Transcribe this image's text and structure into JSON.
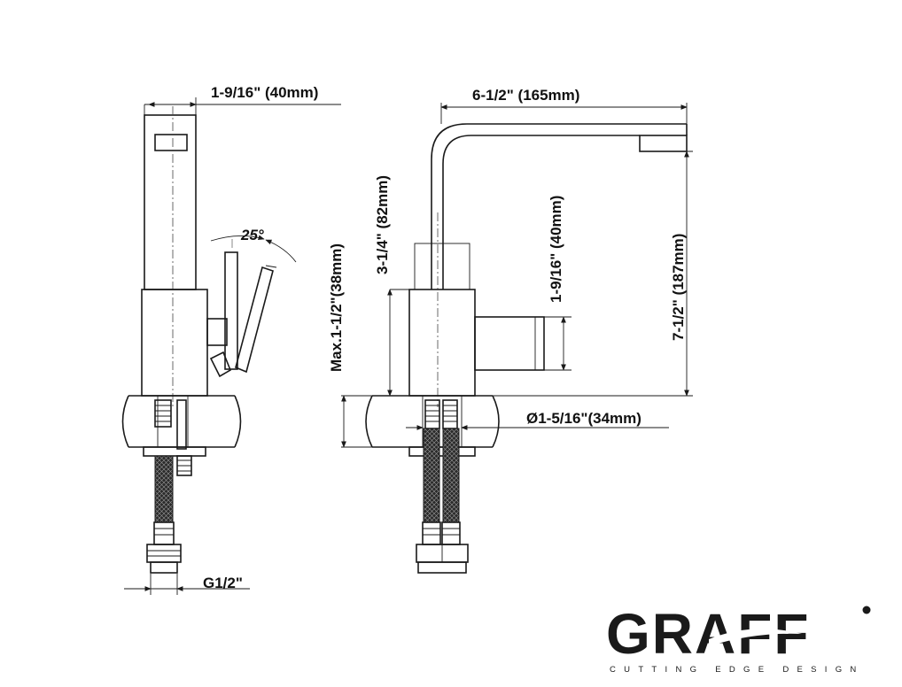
{
  "dimensions": {
    "side_width": "1-9/16\" (40mm)",
    "swivel_angle": "25°",
    "deck_thickness": "Max.1-1/2\"(38mm)",
    "connection": "G1/2\"",
    "spout_reach": "6-1/2\" (165mm)",
    "body_height": "3-1/4\" (82mm)",
    "handle_height": "1-9/16\" (40mm)",
    "overall_height": "7-1/2\" (187mm)",
    "hole_diameter": "Ø1-5/16\"(34mm)"
  },
  "brand": {
    "name": "GRAFF",
    "tagline": "CUTTING EDGE DESIGN"
  },
  "colors": {
    "line": "#1a1a1a",
    "background": "#ffffff"
  }
}
